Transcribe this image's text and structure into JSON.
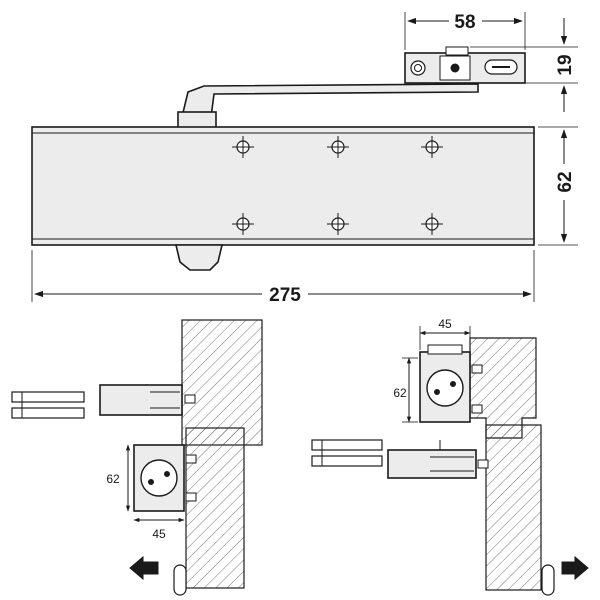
{
  "closer": {
    "arm_shoe_width": "58",
    "arm_shoe_height": "19",
    "body_height": "62",
    "body_length": "275"
  },
  "mount_left": {
    "plate_height": "62",
    "plate_width": "45"
  },
  "mount_right": {
    "plate_width": "45",
    "plate_height": "62"
  }
}
